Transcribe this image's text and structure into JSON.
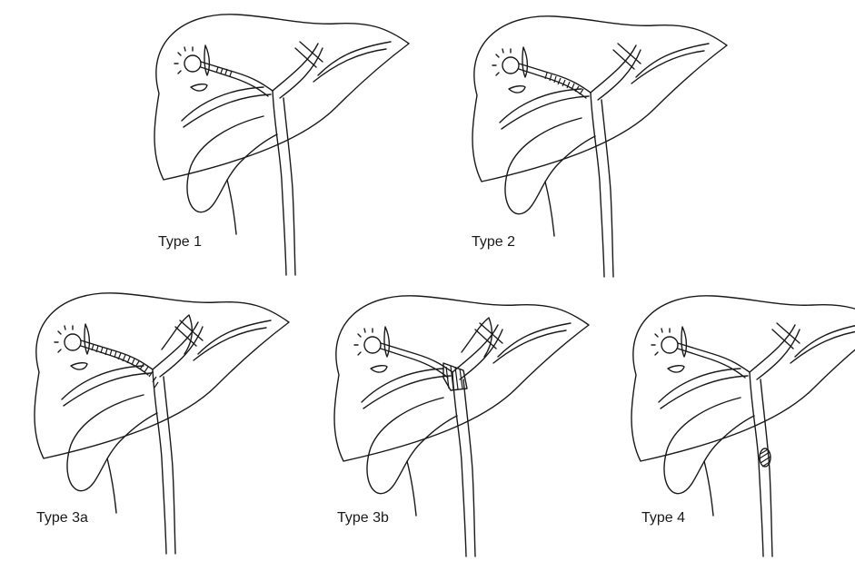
{
  "figure": {
    "panels": [
      {
        "label": "Type 1"
      },
      {
        "label": "Type 2"
      },
      {
        "label": "Type 3a"
      },
      {
        "label": "Type 3b"
      },
      {
        "label": "Type 4"
      }
    ]
  }
}
